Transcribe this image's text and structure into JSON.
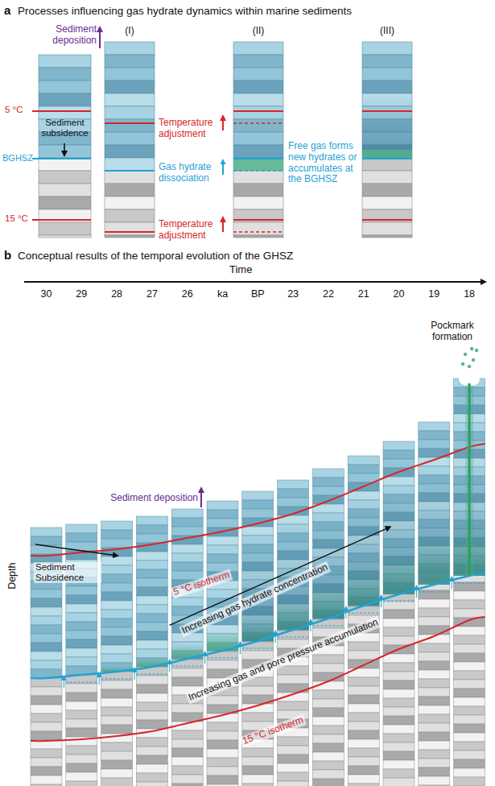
{
  "diagram": {
    "labels": [
      "a",
      "Processes influencing gas hydrate dynamics within marine sediments",
      "(I)",
      "(II)",
      "(III)",
      "Sediment deposition",
      "5 °C",
      "Sediment subsidence",
      "BGHSZ",
      "15 °C",
      "Temperature adjustment",
      "Gas hydrate dissociation",
      "Temperature adjustment",
      "Free gas forms new hydrates or accumulates at the BGHSZ",
      "b",
      "Conceptual results of the temporal evolution of the GHSZ",
      "Time",
      "30",
      "29",
      "28",
      "27",
      "26",
      "ka",
      "BP",
      "23",
      "22",
      "21",
      "20",
      "19",
      "18",
      "Pockmark formation",
      "Sediment deposition",
      "Sediment Subsidence",
      "5 °C isotherm",
      "Increasing gas hydrate concentration",
      "Increasing gas and pore pressure accumulation",
      "15 °C isotherm",
      "Depth"
    ]
  }
}
